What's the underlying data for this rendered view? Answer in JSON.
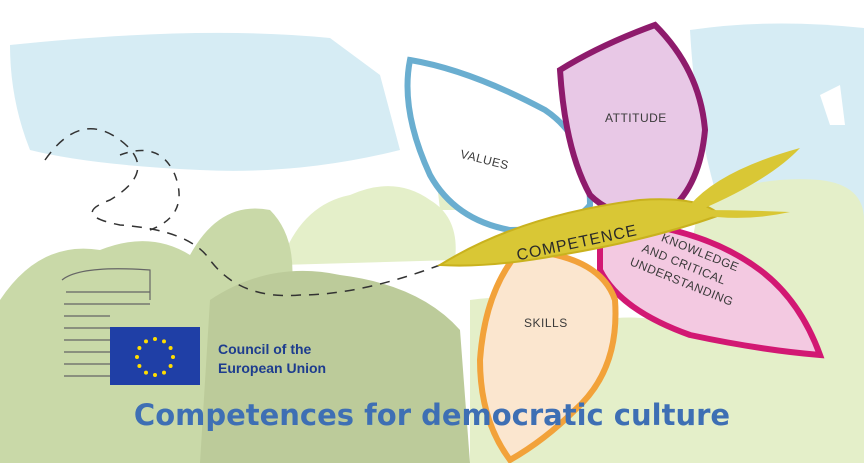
{
  "petals": {
    "values": "VALUES",
    "attitude": "ATTITUDE",
    "competence": "COMPETENCE",
    "knowledge": [
      "KNOWLEDGE",
      "AND CRITICAL",
      "UNDERSTANDING"
    ],
    "skills": "SKILLS"
  },
  "org": {
    "line1": "Council of the",
    "line2": "European Union"
  },
  "heading": "Competences for democratic culture",
  "colors": {
    "heading": "#3e6fb4",
    "org_text": "#1d3c8e",
    "eu_flag": "#1f3fa6",
    "eu_stars": "#ffdd00",
    "values_petal": "#6aaed0",
    "attitude_petal": "#8e1b6c",
    "knowledge_petal": "#d21873",
    "skills_petal": "#f2a23a",
    "competence_leaf": "#c9b21e"
  }
}
